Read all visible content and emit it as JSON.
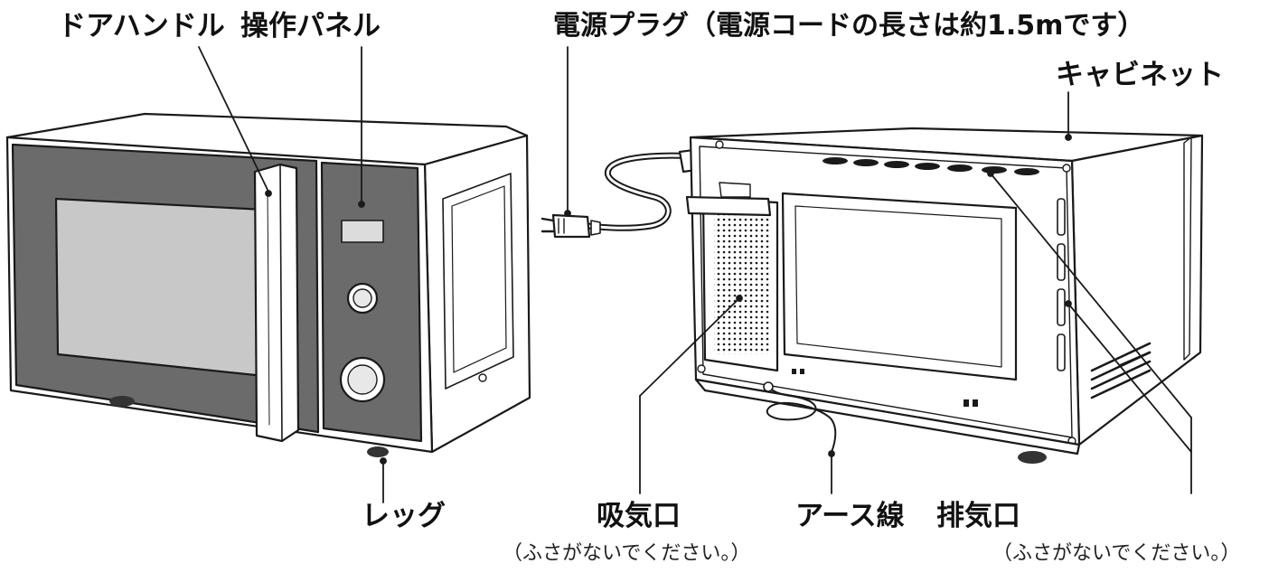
{
  "labels": {
    "door_handle": "ドアハンドル",
    "control_panel": "操作パネル",
    "power_plug": "電源プラグ（電源コードの長さは約1.5mです）",
    "cabinet": "キャビネット",
    "leg": "レッグ",
    "intake": "吸気口",
    "intake_note": "（ふさがないでください。）",
    "ground_wire": "アース線",
    "exhaust": "排気口",
    "exhaust_note": "（ふさがないでください。）"
  },
  "colors": {
    "line": "#1a1a1a",
    "body_fill": "#ffffff",
    "dark_panel": "#6b6b6b",
    "window": "#c8c8c8",
    "foot": "#333333"
  }
}
